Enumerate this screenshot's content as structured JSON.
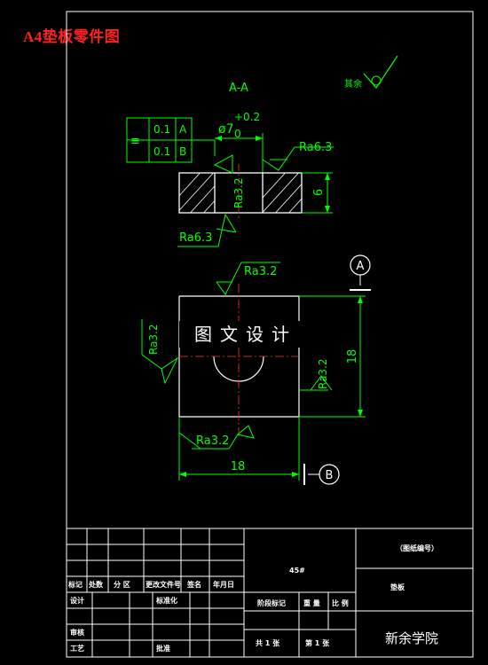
{
  "header": {
    "title": "A4垫板零件图"
  },
  "drawing": {
    "section_label": "A-A",
    "rest_roughness_mark": "其余",
    "tolerance_frame": {
      "symbol": "≡",
      "rows": [
        {
          "value": "0.1",
          "datum": "A"
        },
        {
          "value": "0.1",
          "datum": "B"
        }
      ]
    },
    "hole_dim": {
      "prefix": "ø7",
      "upper": "+0.2",
      "lower": "0"
    },
    "roughness": {
      "section_top": "Ra6.3",
      "section_bottom": "Ra6.3",
      "section_hole": "Ra3.2",
      "plan_top": "Ra3.2",
      "plan_left": "Ra3.2",
      "plan_right": "Ra3.2",
      "plan_bottom": "Ra3.2"
    },
    "dims": {
      "thickness": "6",
      "height": "18",
      "width": "18"
    },
    "datum_a": "A",
    "datum_b": "B",
    "watermark": "图文设计"
  },
  "title_block": {
    "labels": {
      "biaoji": "标记",
      "chushu": "处数",
      "fenqu": "分 区",
      "gengwen": "更改文件号",
      "qianming": "签名",
      "nianyueri": "年月日",
      "sheji": "设计",
      "biaozhun": "标准化",
      "shenhe": "审核",
      "gongyi": "工艺",
      "pizhun": "批准",
      "jieduan": "阶段标记",
      "zhongliang": "重 量",
      "bili": "比 例",
      "zong": "共 1 张",
      "di": "第 1 张"
    },
    "material": "45#",
    "drawing_number": "（图纸编号）",
    "part_name": "垫板",
    "school": "新余学院"
  }
}
